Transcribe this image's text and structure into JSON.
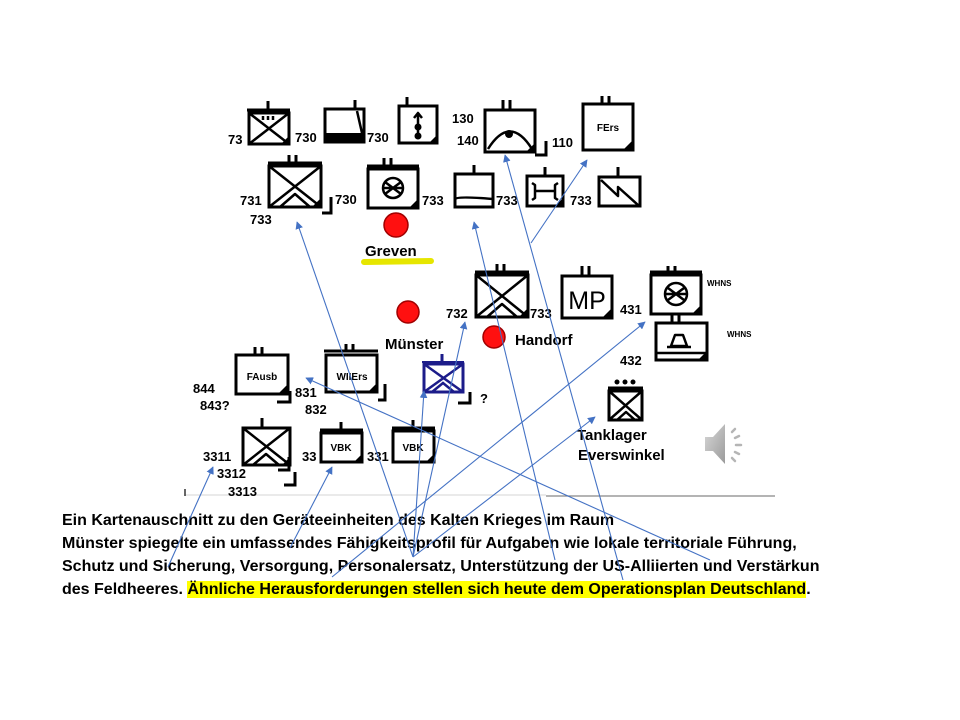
{
  "caption": {
    "line1": "Ein Kartenauschnitt zu den Geräteeinheiten des Kalten Krieges im Raum",
    "line2": "Münster spiegelte ein umfassendes Fähigkeitsprofil für Aufgaben wie lokale territoriale Führung,",
    "line3": "Schutz und Sicherung, Versorgung, Personalersatz, Unterstützung der US-Alliierten und Verstärkun",
    "line4_plain": "des Feldheeres. ",
    "line4_highlight": "Ähnliche Herausforderungen stellen sich heute dem Operationsplan Deutschland",
    "line4_end": "."
  },
  "map": {
    "places": [
      {
        "name": "Greven"
      },
      {
        "name": "Münster"
      },
      {
        "name": "Handorf"
      },
      {
        "name": "Tanklager",
        "name2": "Everswinkel"
      }
    ],
    "units": [
      {
        "labels": [
          "73"
        ],
        "symbol": "armored-infantry"
      },
      {
        "labels": [
          "730"
        ],
        "symbol": "supply"
      },
      {
        "labels": [
          "730"
        ],
        "symbol": "ordnance"
      },
      {
        "labels": [
          "130",
          "140"
        ],
        "symbol": "reconnaissance-eye"
      },
      {
        "labels": [
          "110"
        ],
        "inscription": "FErs"
      },
      {
        "labels": [
          "731",
          "733"
        ],
        "symbol": "armored-infantry"
      },
      {
        "labels": [
          "730"
        ],
        "symbol": "maintenance-wheel"
      },
      {
        "labels": [
          "733"
        ],
        "symbol": "transport"
      },
      {
        "labels": [
          "733"
        ],
        "symbol": "bridge"
      },
      {
        "labels": [
          "733"
        ],
        "symbol": "signal"
      },
      {
        "labels": [
          "732"
        ],
        "symbol": "armored-infantry"
      },
      {
        "labels": [
          "733"
        ],
        "inscription": "MP"
      },
      {
        "labels": [
          "431"
        ],
        "symbol": "maintenance-wheel",
        "tag": "WHNS"
      },
      {
        "labels": [
          "432"
        ],
        "symbol": "bell",
        "tag": "WHNS"
      },
      {
        "labels": [
          "844",
          "843?"
        ],
        "inscription": "FAusb"
      },
      {
        "labels": [
          "831",
          "832"
        ],
        "inscription": "WIIErs"
      },
      {
        "labels": [
          "?"
        ],
        "symbol": "armored-infantry-blue"
      },
      {
        "labels": [
          "3311",
          "3312",
          "3313"
        ],
        "symbol": "armored-infantry"
      },
      {
        "labels": [
          "33"
        ],
        "inscription": "VBK"
      },
      {
        "labels": [
          "331"
        ],
        "inscription": "VBK"
      }
    ]
  },
  "media": {
    "icon": "speaker-icon"
  },
  "colors": {
    "arrow": "#4472C4",
    "text_highlight": "#FFFF00",
    "place_dot": "#FF1010",
    "place_underline": "#E6E600",
    "blue_unit": "#1C1C8A"
  }
}
